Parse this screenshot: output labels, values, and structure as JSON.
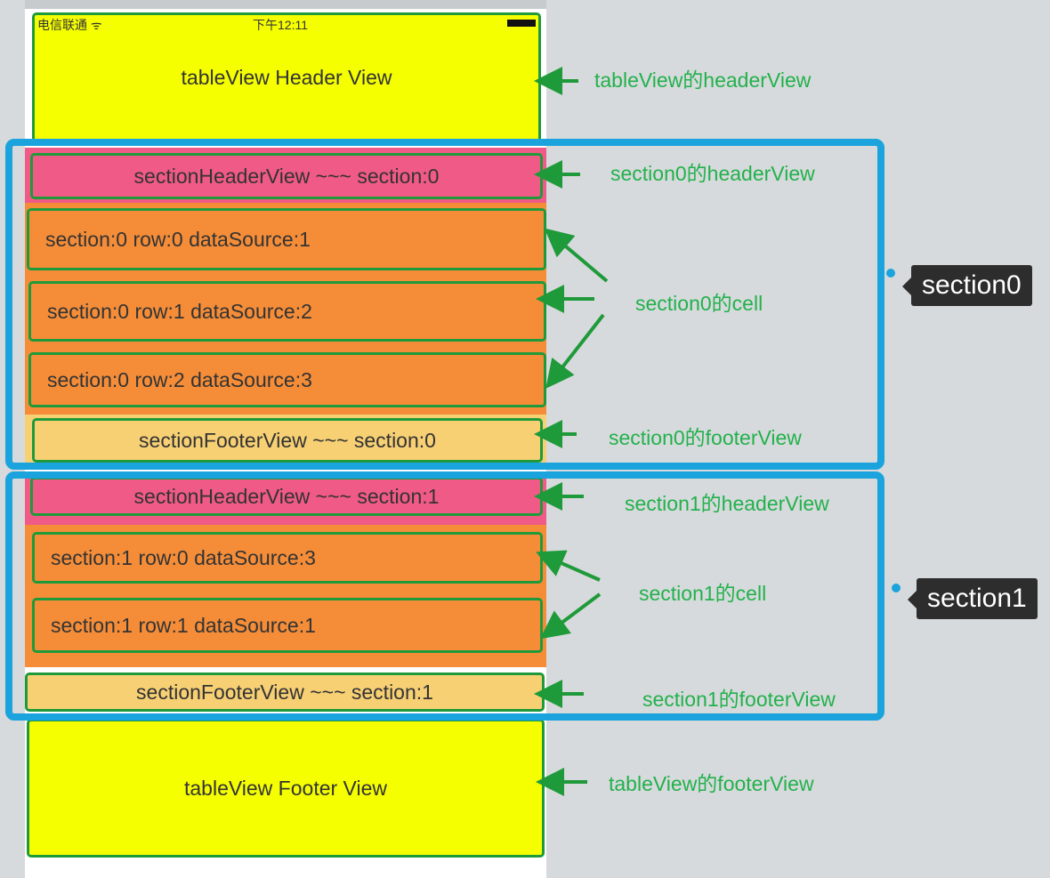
{
  "status_bar": {
    "carrier": "电信联通 ᯤ",
    "time": "下午12:11"
  },
  "table_header": {
    "label": "tableView Header View"
  },
  "table_footer": {
    "label": "tableView Footer View"
  },
  "sections": [
    {
      "header": "sectionHeaderView ~~~ section:0",
      "rows": [
        "section:0  row:0  dataSource:1",
        "section:0  row:1  dataSource:2",
        "section:0  row:2  dataSource:3"
      ],
      "footer": "sectionFooterView ~~~ section:0"
    },
    {
      "header": "sectionHeaderView ~~~ section:1",
      "rows": [
        "section:1  row:0  dataSource:3",
        "section:1  row:1  dataSource:1"
      ],
      "footer": "sectionFooterView ~~~ section:1"
    }
  ],
  "annotations": {
    "table_header": "tableView的headerView",
    "s0_header": "section0的headerView",
    "s0_cell": "section0的cell",
    "s0_footer": "section0的footerView",
    "s1_header": "section1的headerView",
    "s1_cell": "section1的cell",
    "s1_footer": "section1的footerView",
    "table_footer": "tableView的footerView"
  },
  "section_tags": [
    "section0",
    "section1"
  ],
  "colors": {
    "header_footer": "#f5ff00",
    "section_header": "#f05a86",
    "cell": "#f58d38",
    "section_footer": "#f7d074",
    "cell_border": "#1f9a3a",
    "section_frame": "#1aa3dc",
    "annotation": "#22b14c"
  }
}
